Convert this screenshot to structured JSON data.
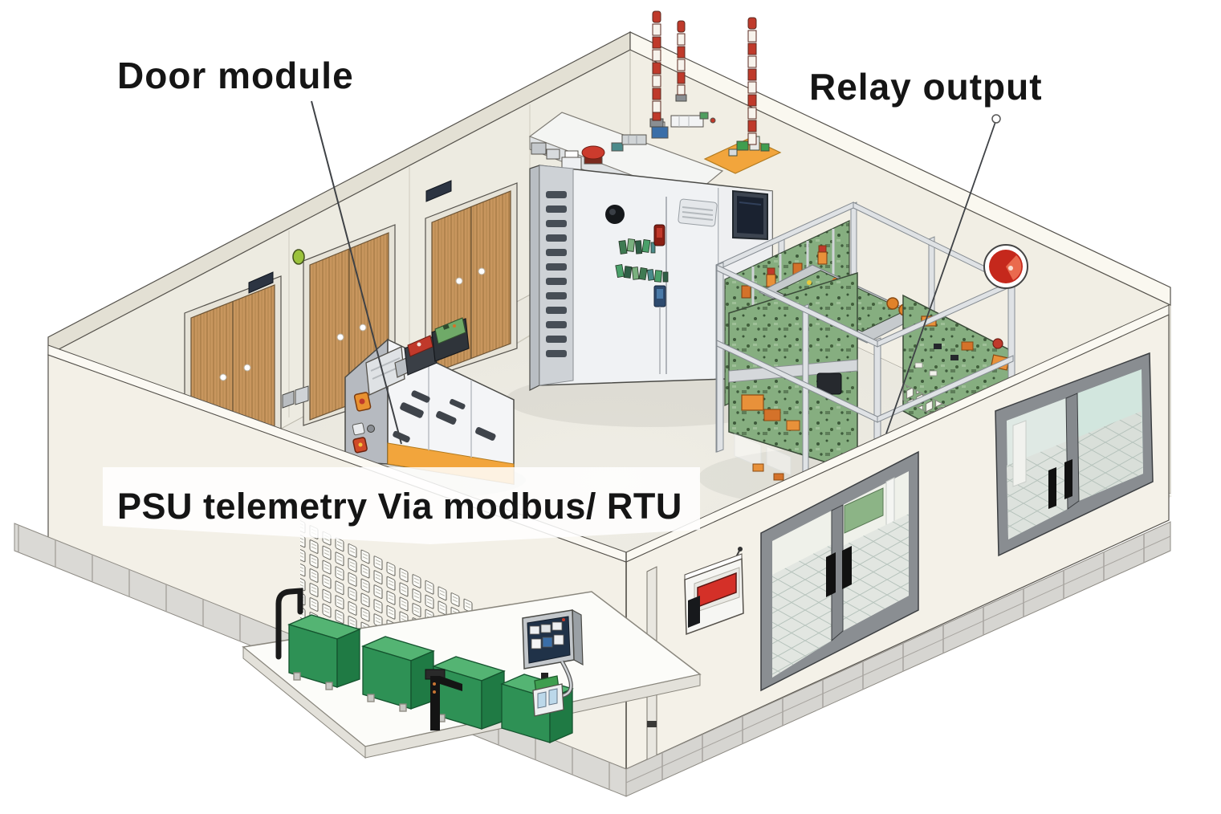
{
  "diagram": {
    "labels": {
      "door_module": "Door module",
      "relay_output": "Relay output",
      "psu_telemetry": "PSU telemetry Via modbus/ RTU"
    },
    "colors": {
      "wall": "#f2efe6",
      "floor": "#e9e7de",
      "wood_door": "#c8965e",
      "accent_orange": "#f2a53c",
      "pcb_green": "#86ae80",
      "battery_green": "#2e9155",
      "battery_green_top": "#54b473",
      "badge_red": "#c5281c",
      "antenna_red": "#bf3a2b",
      "glass": "#dfe9e4",
      "label_text": "#151515"
    },
    "counts": {
      "antenna_masts": 3,
      "wooden_doors": 3,
      "glass_door_sets": 2,
      "battery_modules": 4,
      "pcb_racks": 3
    }
  }
}
